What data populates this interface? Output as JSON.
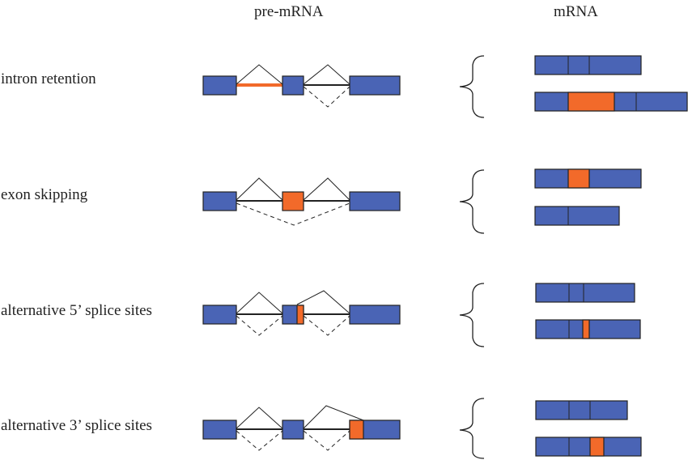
{
  "headers": {
    "pre_mrna": "pre-mRNA",
    "mrna": "mRNA"
  },
  "rows": [
    {
      "label": "intron retention"
    },
    {
      "label": "exon skipping"
    },
    {
      "label": "alternative 5’ splice sites"
    },
    {
      "label": "alternative 3’ splice sites"
    }
  ],
  "colors": {
    "exon": "#4a64b5",
    "alternative_region": "#f26a2a",
    "line": "#222222"
  }
}
